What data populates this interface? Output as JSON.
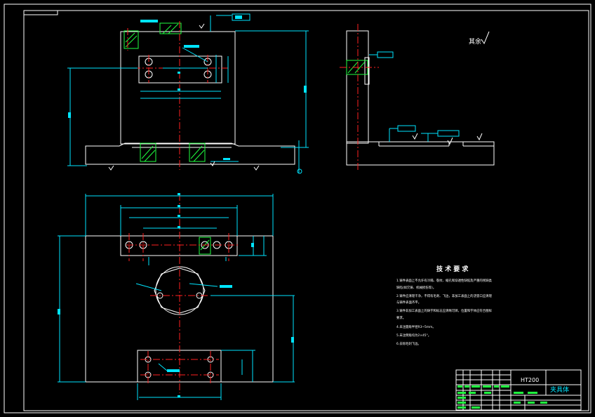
{
  "colors": {
    "background": "#000000",
    "outline": "#ffffff",
    "dimension": "#00e5ff",
    "centerline": "#ff2020",
    "hatch": "#20ff40",
    "title_text": "#ffffff",
    "title_block": "#ffffff"
  },
  "surface_note": "其余",
  "tech_req": {
    "title": "技 术 要 求",
    "items": [
      "1.铸件表面上不允许有冷隔、裂纹、缩孔和穿透性缺陷及严重的残缺类",
      "  缺陷(如欠铸、机械损伤等)。",
      "2.铸件应清理干净，不得有毛刺、飞边，非加工表面上的浇冒口应清理",
      "  与铸件表面齐平。",
      "3.铸件非加工表面上的铸字和标志应清晰可辨，位置和字体应符合图样",
      "  要求。",
      "4.未注圆角半径R3~5mm。",
      "5.未注倒角均为2×45°。",
      "6.去除毛刺飞边。"
    ]
  },
  "title_block": {
    "material": "HT200",
    "part_name": "夹具体"
  }
}
